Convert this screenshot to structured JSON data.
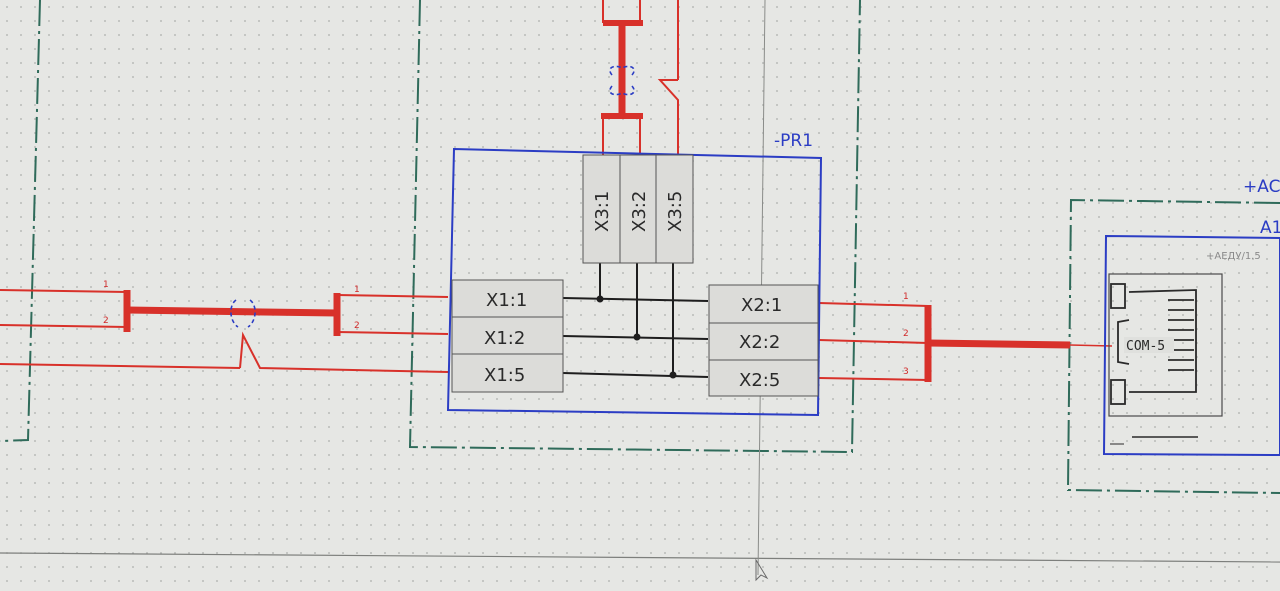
{
  "device": {
    "ref": "-PR1",
    "ports_left": [
      "X1:1",
      "X1:2",
      "X1:5"
    ],
    "ports_right": [
      "X2:1",
      "X2:2",
      "X2:5"
    ],
    "ports_top": [
      "X3:1",
      "X3:2",
      "X3:5"
    ]
  },
  "left_cable": {
    "wire_numbers_in": [
      "1",
      "2"
    ],
    "wire_numbers_out": [
      "1",
      "2"
    ]
  },
  "right_cable": {
    "wire_numbers": [
      "1",
      "2",
      "3"
    ]
  },
  "connector": {
    "location_ref": "+AC",
    "ref": "A1",
    "location_sub": "+АЕДУ/1.5",
    "port_label": "COM-5"
  },
  "colors": {
    "wire": "#d8312a",
    "frame_blue": "#2b3dc4",
    "dashed_frame": "#2f6b5a"
  }
}
